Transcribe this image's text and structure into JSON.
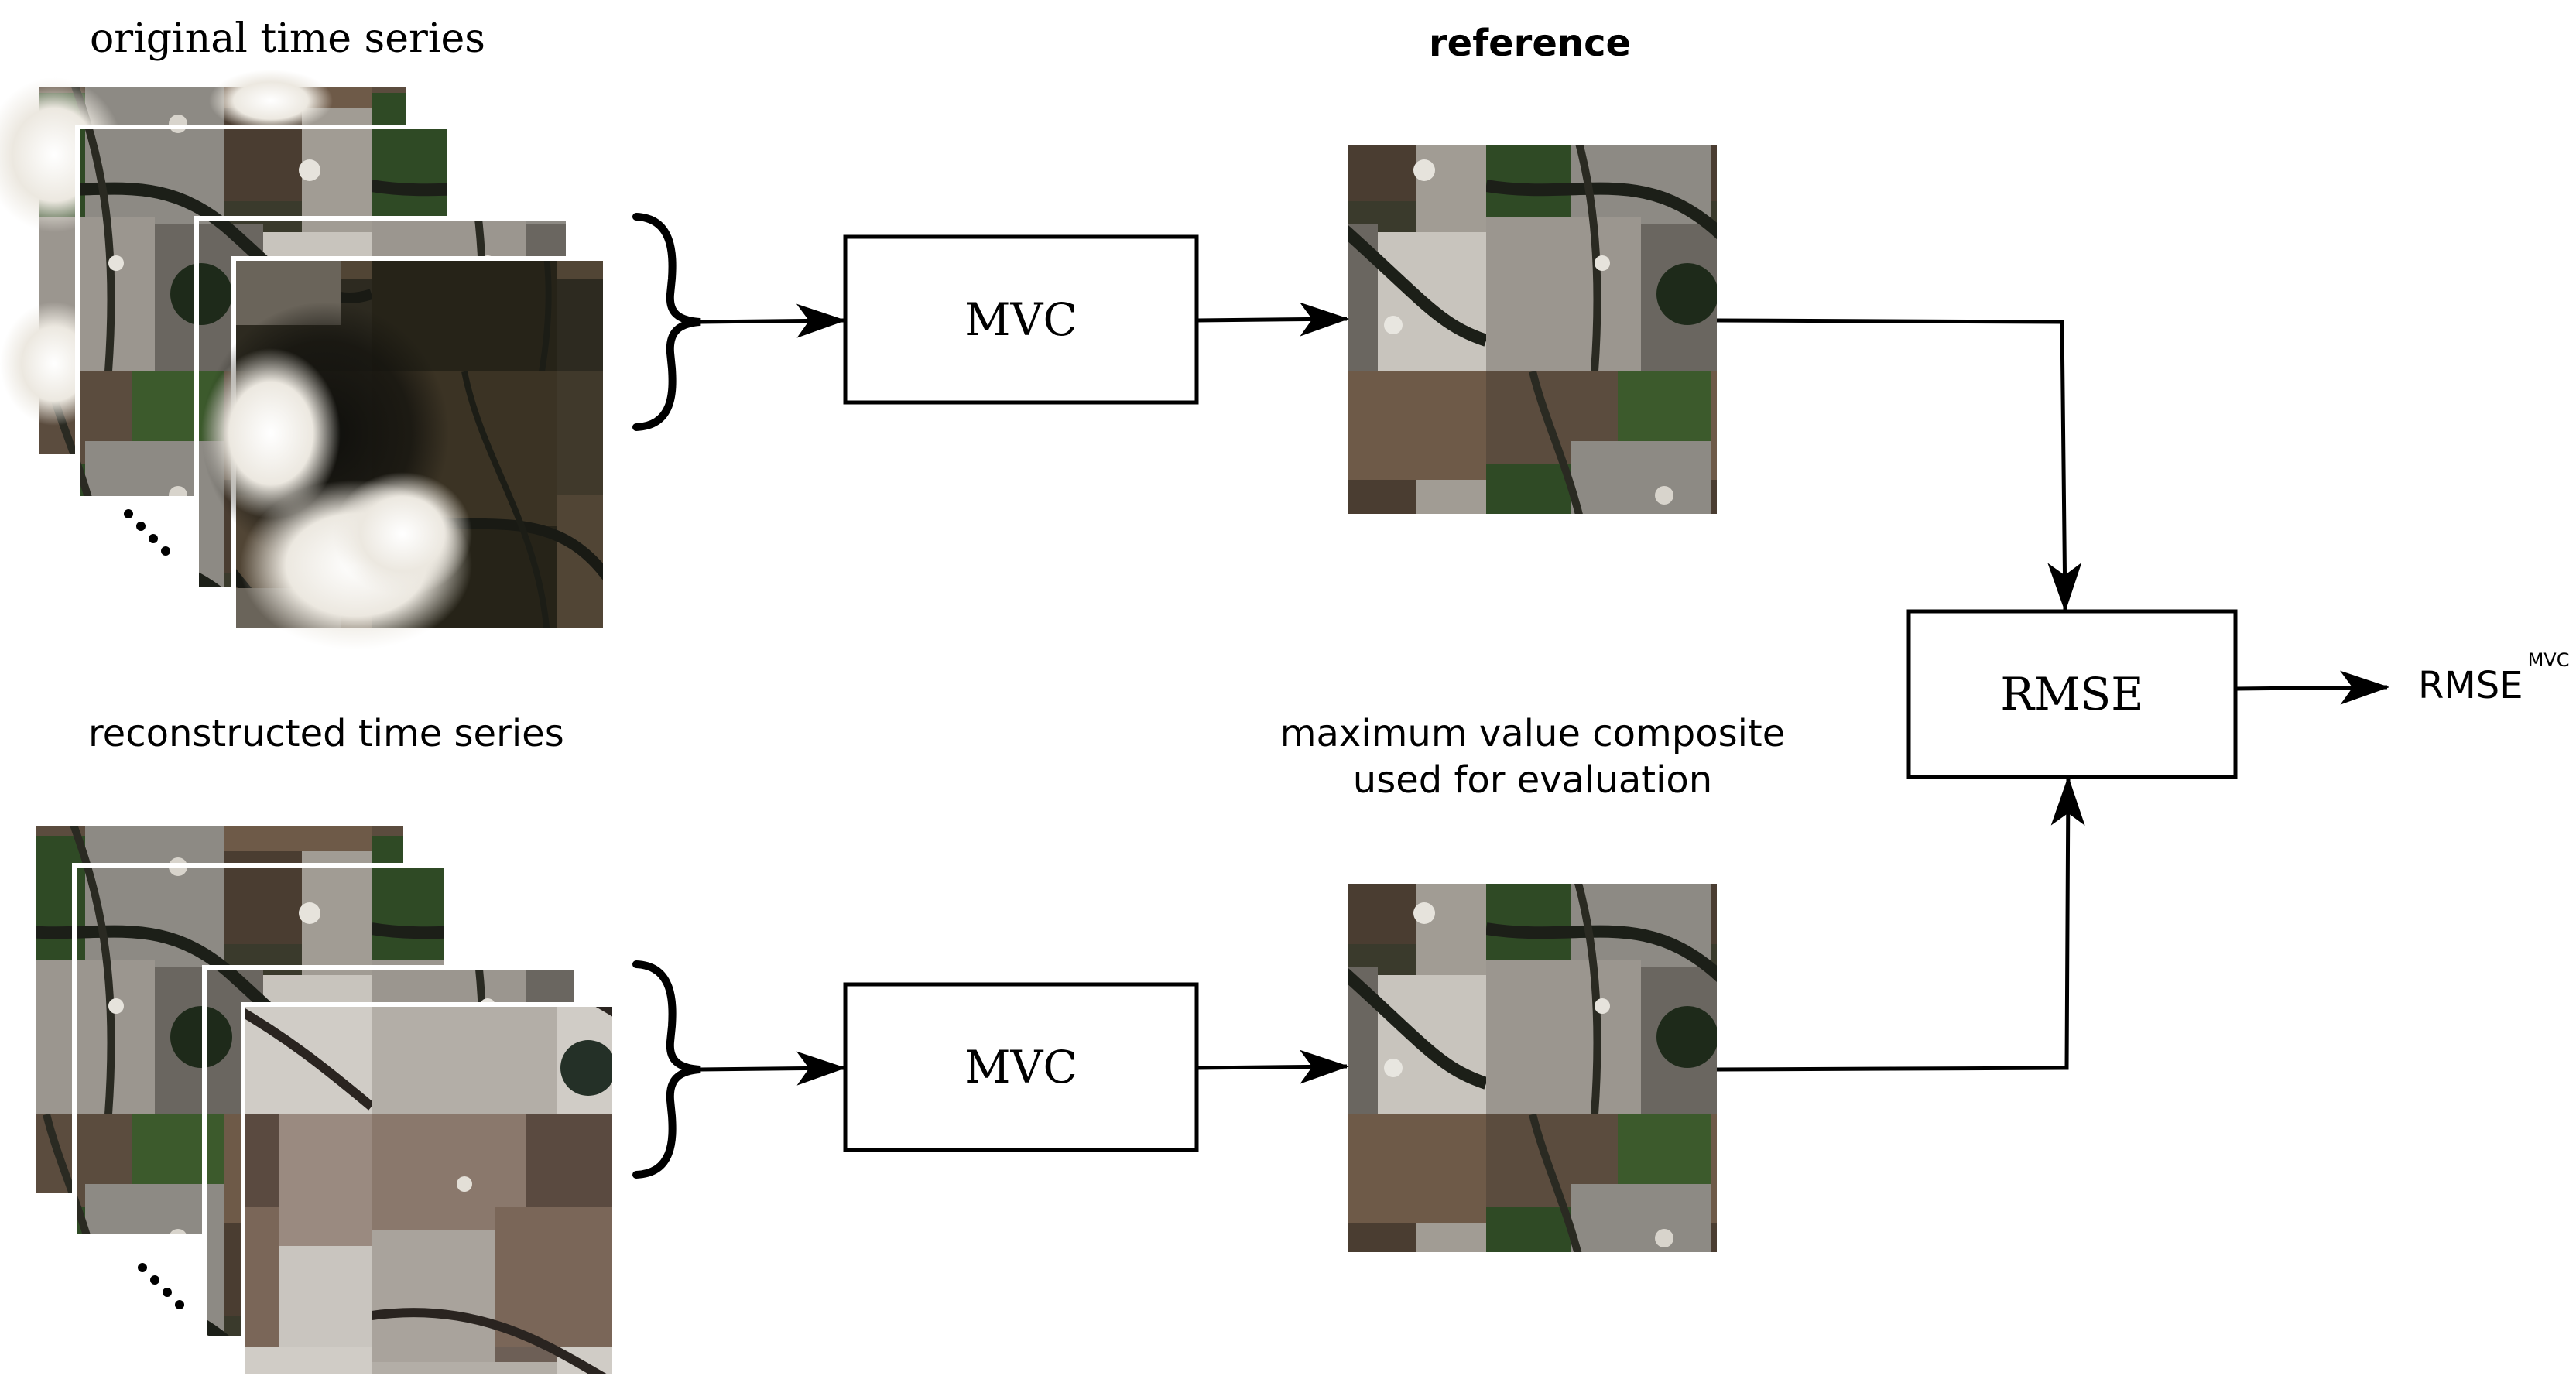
{
  "top_stack": {
    "title": "original time series"
  },
  "bottom_stack": {
    "title": "reconstructed time series"
  },
  "reference": {
    "title": "reference"
  },
  "composite": {
    "line1": "maximum value composite",
    "line2": "used for evaluation"
  },
  "mvc_box_top": {
    "label": "MVC"
  },
  "mvc_box_bottom": {
    "label": "MVC"
  },
  "rmse_box": {
    "label": "RMSE"
  },
  "output": {
    "label": "RMSE",
    "superscript": "MVC"
  },
  "colors": {
    "ink": "#000000",
    "vegetation_dark": "#2f3a24",
    "vegetation_green": "#3f6a2e",
    "urban": "#b8b4ae",
    "soil": "#6e5746",
    "cloud": "#f1efe9"
  }
}
